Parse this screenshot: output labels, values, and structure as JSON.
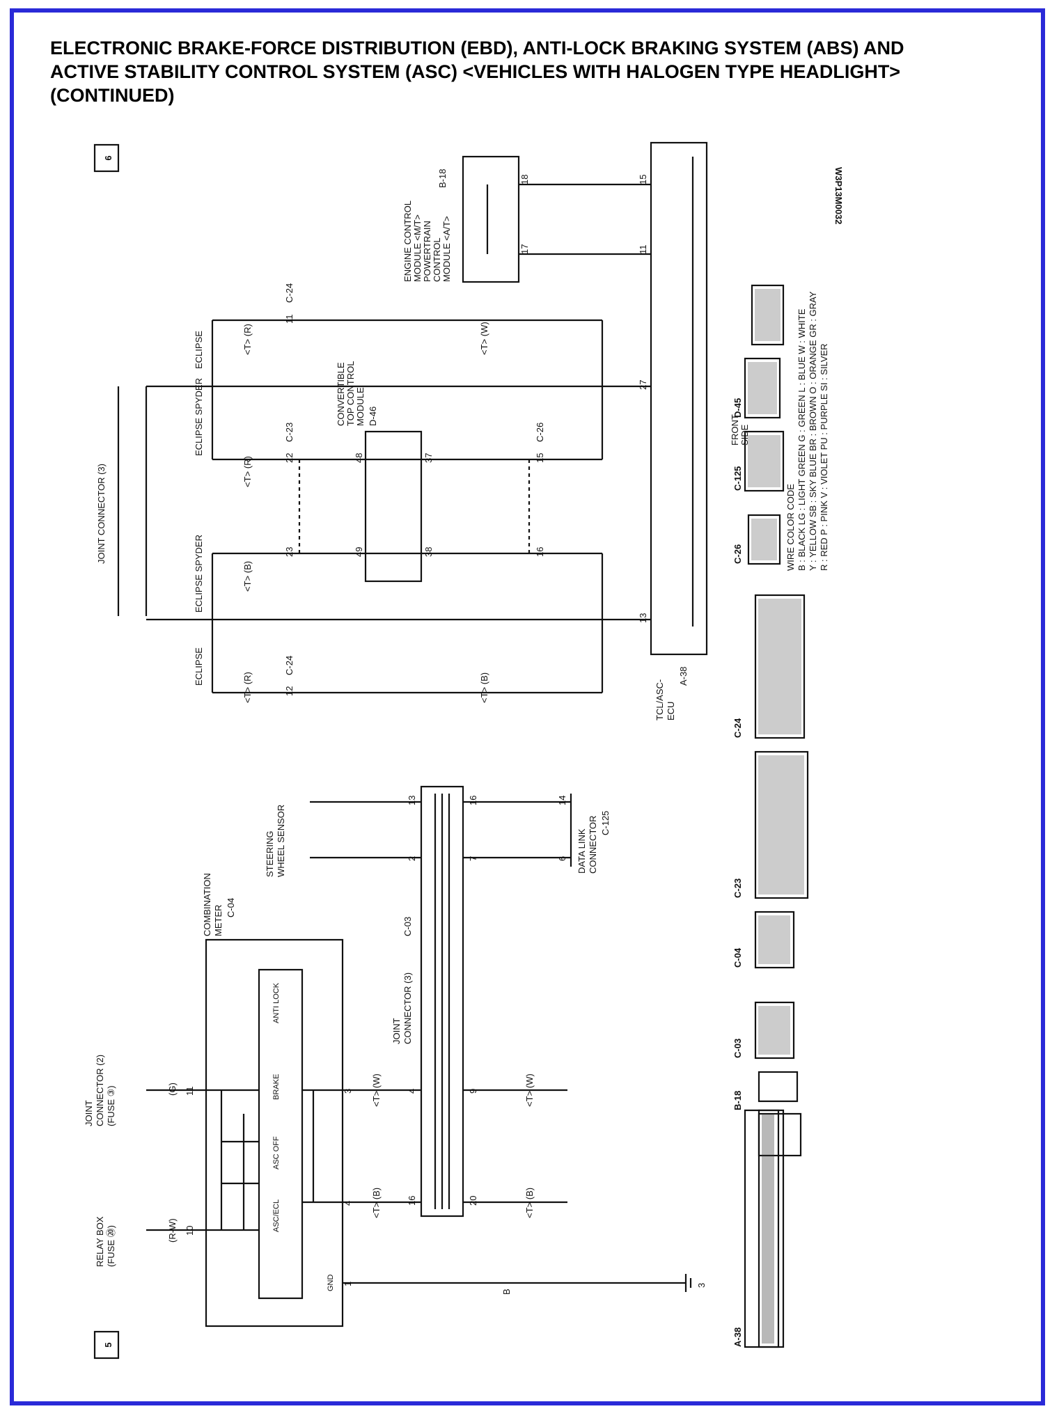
{
  "title": {
    "line1": "ELECTRONIC BRAKE-FORCE DISTRIBUTION (EBD), ANTI-LOCK BRAKING SYSTEM (ABS) AND",
    "line2": "ACTIVE STABILITY CONTROL SYSTEM (ASC) <VEHICLES WITH HALOGEN TYPE HEADLIGHT>",
    "line3": "(CONTINUED)"
  },
  "page_markers": {
    "left": "5",
    "right": "6"
  },
  "doc_code": "W3P13M0032",
  "left_section": {
    "relay_box": {
      "line1": "RELAY BOX",
      "line2": "(FUSE ⑳)",
      "pin": "10",
      "wire": "(R-W)"
    },
    "joint_connector_2": {
      "line1": "JOINT",
      "line2": "CONNECTOR (2)",
      "line3": "(FUSE ③)",
      "pin": "11",
      "wire": "(G)"
    },
    "combination_meter": {
      "line1": "COMBINATION",
      "line2": "METER",
      "code": "C-04"
    },
    "lamps": [
      "ASC/ECL",
      "ASC OFF",
      "BRAKE",
      "ANTI LOCK"
    ],
    "gnd": {
      "label": "GND",
      "pin": "1",
      "wire": "B",
      "ground_no": "3"
    },
    "pins_meter": [
      "4",
      "3"
    ],
    "joint_connector_3": {
      "line1": "JOINT",
      "line2": "CONNECTOR (3)",
      "code": "C-03",
      "pins_top": [
        "16",
        "4",
        "2",
        "13"
      ],
      "pins_bottom": [
        "20",
        "9",
        "7",
        "16"
      ]
    },
    "can_labels": [
      "<T> (B)",
      "<T> (W)"
    ],
    "steering_sensor": {
      "line1": "STEERING",
      "line2": "WHEEL SENSOR"
    },
    "data_link": {
      "line1": "DATA LINK",
      "line2": "CONNECTOR",
      "code": "C-125",
      "pins": [
        "6",
        "14"
      ]
    }
  },
  "right_section": {
    "joint_connector_3": "JOINT CONNECTOR (3)",
    "variants": [
      "ECLIPSE",
      "ECLIPSE SPYDER",
      "ECLIPSE SPYDER",
      "ECLIPSE"
    ],
    "connector_codes": [
      "C-24",
      "C-23",
      "C-26"
    ],
    "pins_a": [
      "12",
      "23",
      "22",
      "11"
    ],
    "pins_b": [
      "16",
      "15"
    ],
    "convertible_module": {
      "line1": "CONVERTIBLE",
      "line2": "TOP CONTROL",
      "line3": "MODULE",
      "code": "D-46",
      "pins_left": [
        "49",
        "38"
      ],
      "pins_right": [
        "48",
        "37"
      ]
    },
    "tcl_ecu": {
      "line1": "TCL/ASC-",
      "line2": "ECU",
      "code": "A-38",
      "pins": [
        "13",
        "27",
        "11",
        "15"
      ]
    },
    "ecm": {
      "line1": "ENGINE CONTROL",
      "line2": "MODULE <M/T>",
      "line3": "POWERTRAIN",
      "line4": "CONTROL",
      "line5": "MODULE <A/T>",
      "code": "B-18",
      "pins": [
        "17",
        "18"
      ]
    },
    "wire_labels": [
      "<T> (R)",
      "<T> (B)",
      "<T> (W)"
    ]
  },
  "connector_views": [
    "A-38",
    "B-18",
    "C-03",
    "C-04",
    "C-23",
    "C-24",
    "C-26",
    "C-125",
    "D-45"
  ],
  "front_side": {
    "line1": "FRONT",
    "line2": "SIDE"
  },
  "wire_color_code": {
    "heading": "WIRE COLOR CODE",
    "row1": "B : BLACK    LG : LIGHT GREEN    G : GREEN    L : BLUE    W : WHITE",
    "row2": "Y : YELLOW    SB : SKY BLUE    BR : BROWN    O : ORANGE    GR : GRAY",
    "row3": "R : RED    P : PINK    V : VIOLET    PU : PURPLE    SI : SILVER"
  },
  "colors": {
    "frame": "#2a2ad8",
    "ink": "#111111"
  }
}
